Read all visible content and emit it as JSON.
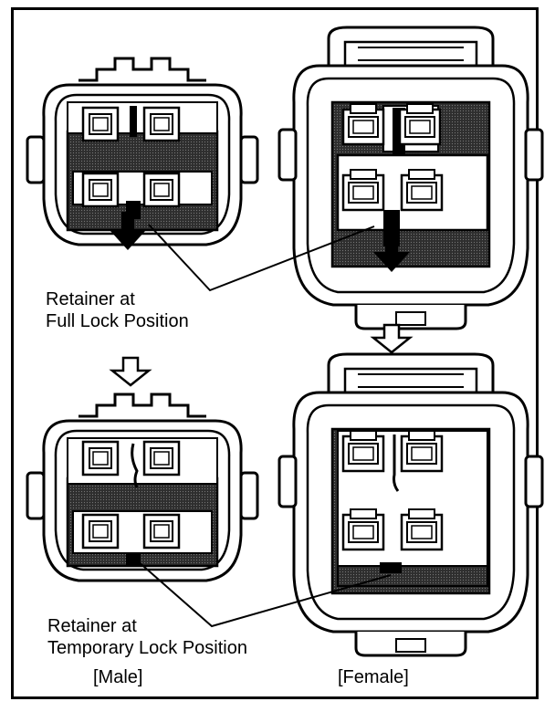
{
  "labels": {
    "full_lock_line1": "Retainer at",
    "full_lock_line2": "Full Lock Position",
    "temp_lock_line1": "Retainer at",
    "temp_lock_line2": "Temporary Lock Position",
    "male": "[Male]",
    "female": "[Female]"
  },
  "colors": {
    "line": "#000000",
    "fill_dark": "#3a3a3a",
    "fill_light": "#ffffff"
  },
  "icons": [
    "down-arrow-icon",
    "hollow-down-arrow-icon"
  ]
}
